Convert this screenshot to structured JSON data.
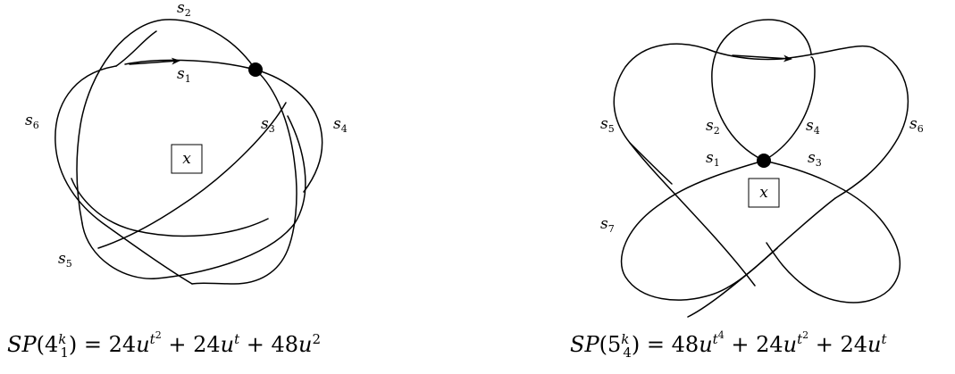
{
  "diagrams": [
    {
      "id": "left",
      "labels": {
        "s1": {
          "base": "s",
          "sub": "1"
        },
        "s2": {
          "base": "s",
          "sub": "2"
        },
        "s3": {
          "base": "s",
          "sub": "3"
        },
        "s4": {
          "base": "s",
          "sub": "4"
        },
        "s5": {
          "base": "s",
          "sub": "5"
        },
        "s6": {
          "base": "s",
          "sub": "6"
        }
      },
      "box_label": "x",
      "formula": {
        "lhs_name": "SP",
        "knot_number": "4",
        "knot_sup": "k",
        "knot_sub": "1",
        "equals": " = ",
        "terms": [
          {
            "coef": "24",
            "var": "u",
            "exp": "t",
            "exp_sup": "2"
          },
          {
            "coef": "24",
            "var": "u",
            "exp": "t",
            "exp_sup": ""
          },
          {
            "coef": "48",
            "var": "u",
            "exp": "2",
            "exp_sup": ""
          }
        ],
        "plus": " + "
      }
    },
    {
      "id": "right",
      "labels": {
        "s1": {
          "base": "s",
          "sub": "1"
        },
        "s2": {
          "base": "s",
          "sub": "2"
        },
        "s3": {
          "base": "s",
          "sub": "3"
        },
        "s4": {
          "base": "s",
          "sub": "4"
        },
        "s5": {
          "base": "s",
          "sub": "5"
        },
        "s6": {
          "base": "s",
          "sub": "6"
        },
        "s7": {
          "base": "s",
          "sub": "7"
        }
      },
      "box_label": "x",
      "formula": {
        "lhs_name": "SP",
        "knot_number": "5",
        "knot_sup": "k",
        "knot_sub": "4",
        "equals": " = ",
        "terms": [
          {
            "coef": "48",
            "var": "u",
            "exp": "t",
            "exp_sup": "4"
          },
          {
            "coef": "24",
            "var": "u",
            "exp": "t",
            "exp_sup": "2"
          },
          {
            "coef": "24",
            "var": "u",
            "exp": "t",
            "exp_sup": ""
          }
        ],
        "plus": " + "
      }
    }
  ]
}
